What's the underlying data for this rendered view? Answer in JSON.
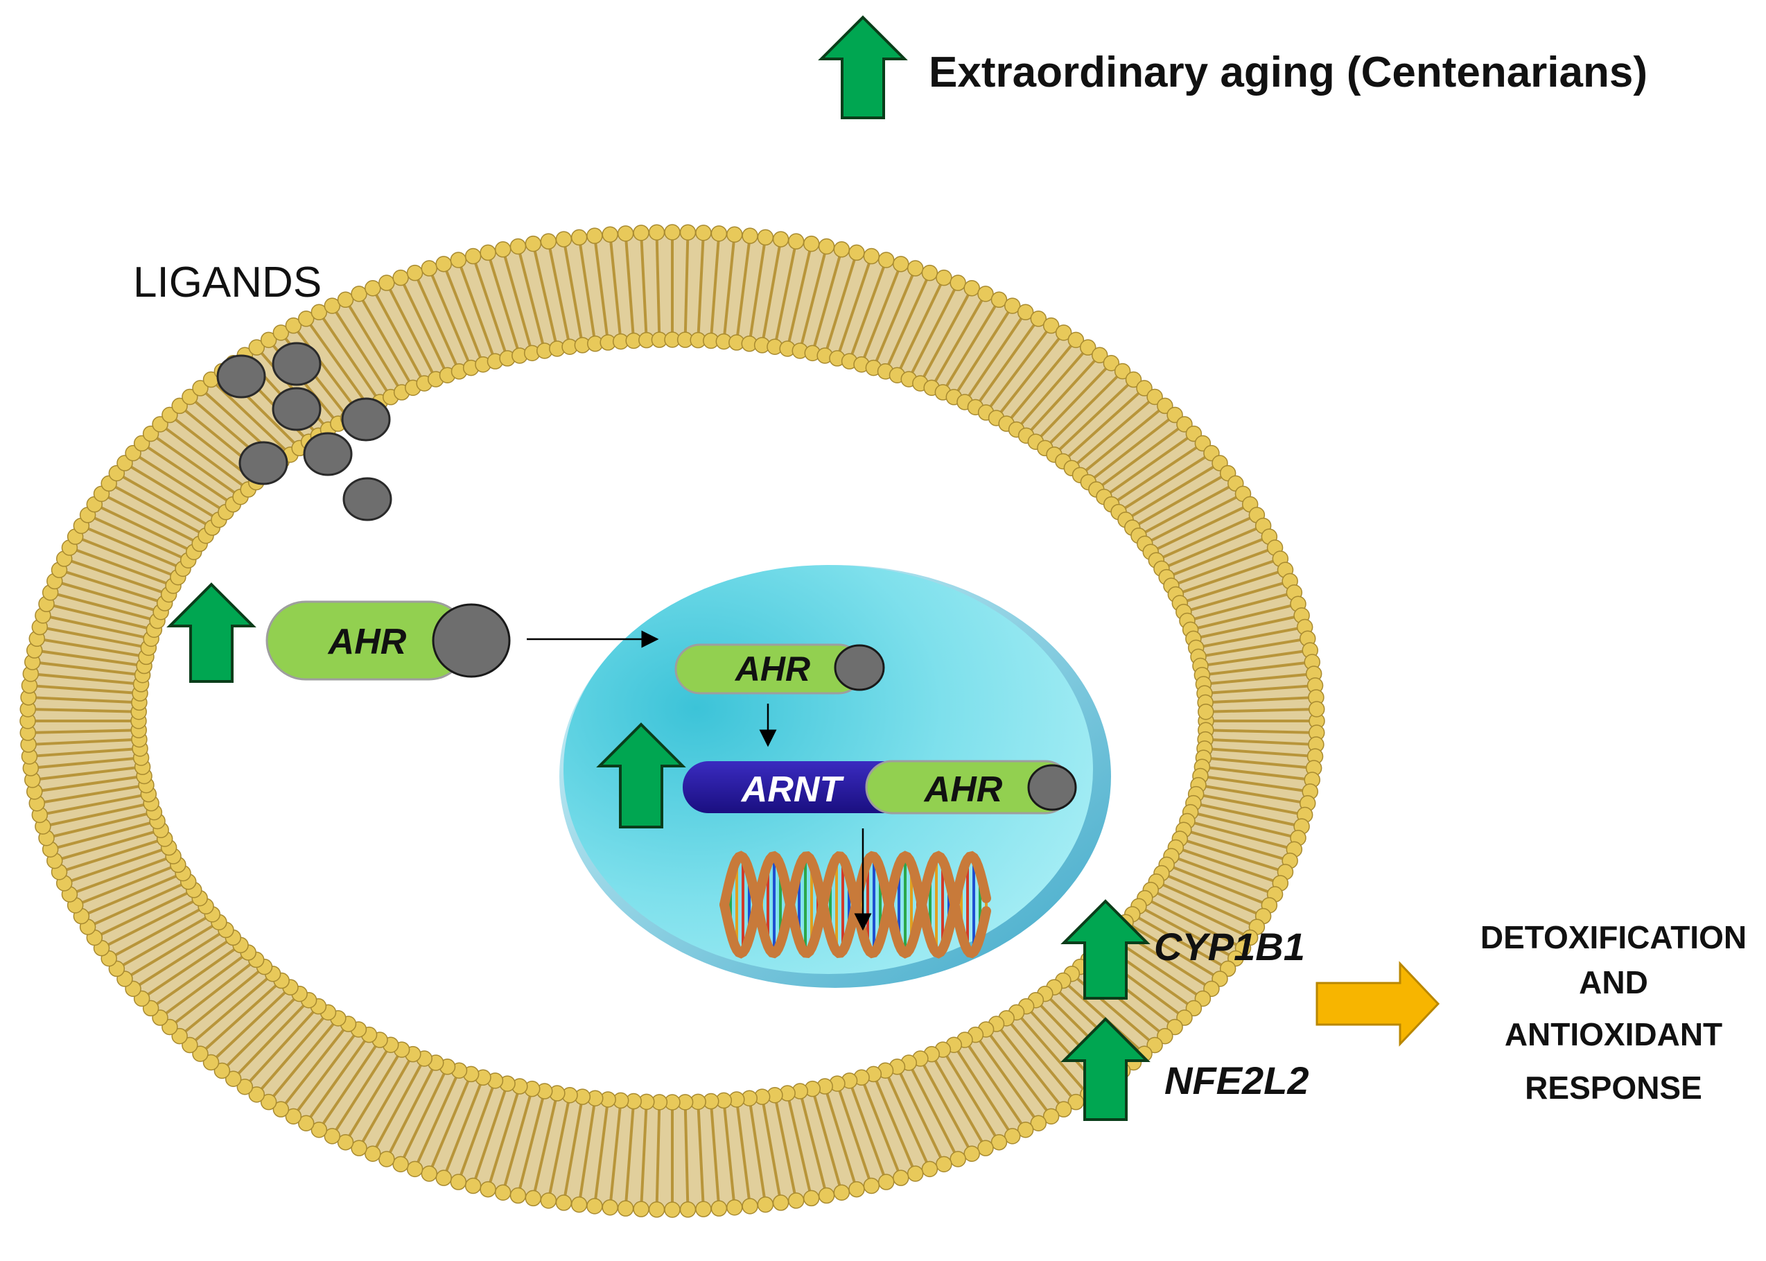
{
  "legend": {
    "label": "Extraordinary aging (Centenarians)"
  },
  "labels": {
    "ligands": "LIGANDS",
    "ahr_cytoplasm": "AHR",
    "ahr_nucleus": "AHR",
    "arnt": "ARNT",
    "ahr_complex": "AHR",
    "cyp1b1": "CYP1B1",
    "nfe2l2": "NFE2L2"
  },
  "outcome": {
    "line1": "DETOXIFICATION",
    "line2": "AND",
    "line3": "ANTIOXIDANT",
    "line4": "RESPONSE"
  },
  "colors": {
    "up_arrow": "#00a651",
    "up_arrow_stroke": "#0a3d1a",
    "outcome_arrow": "#f7b500",
    "membrane": "#c9a84a",
    "membrane_head": "#e8c95a",
    "nucleus": "#6fd3e3",
    "ahr_fill": "#92d050",
    "arnt_fill": "#2a1aa0",
    "ligand": "#6e6e6e"
  },
  "icons": {
    "up": "up-arrow-icon",
    "right": "right-arrow-icon",
    "dna": "dna-icon"
  }
}
